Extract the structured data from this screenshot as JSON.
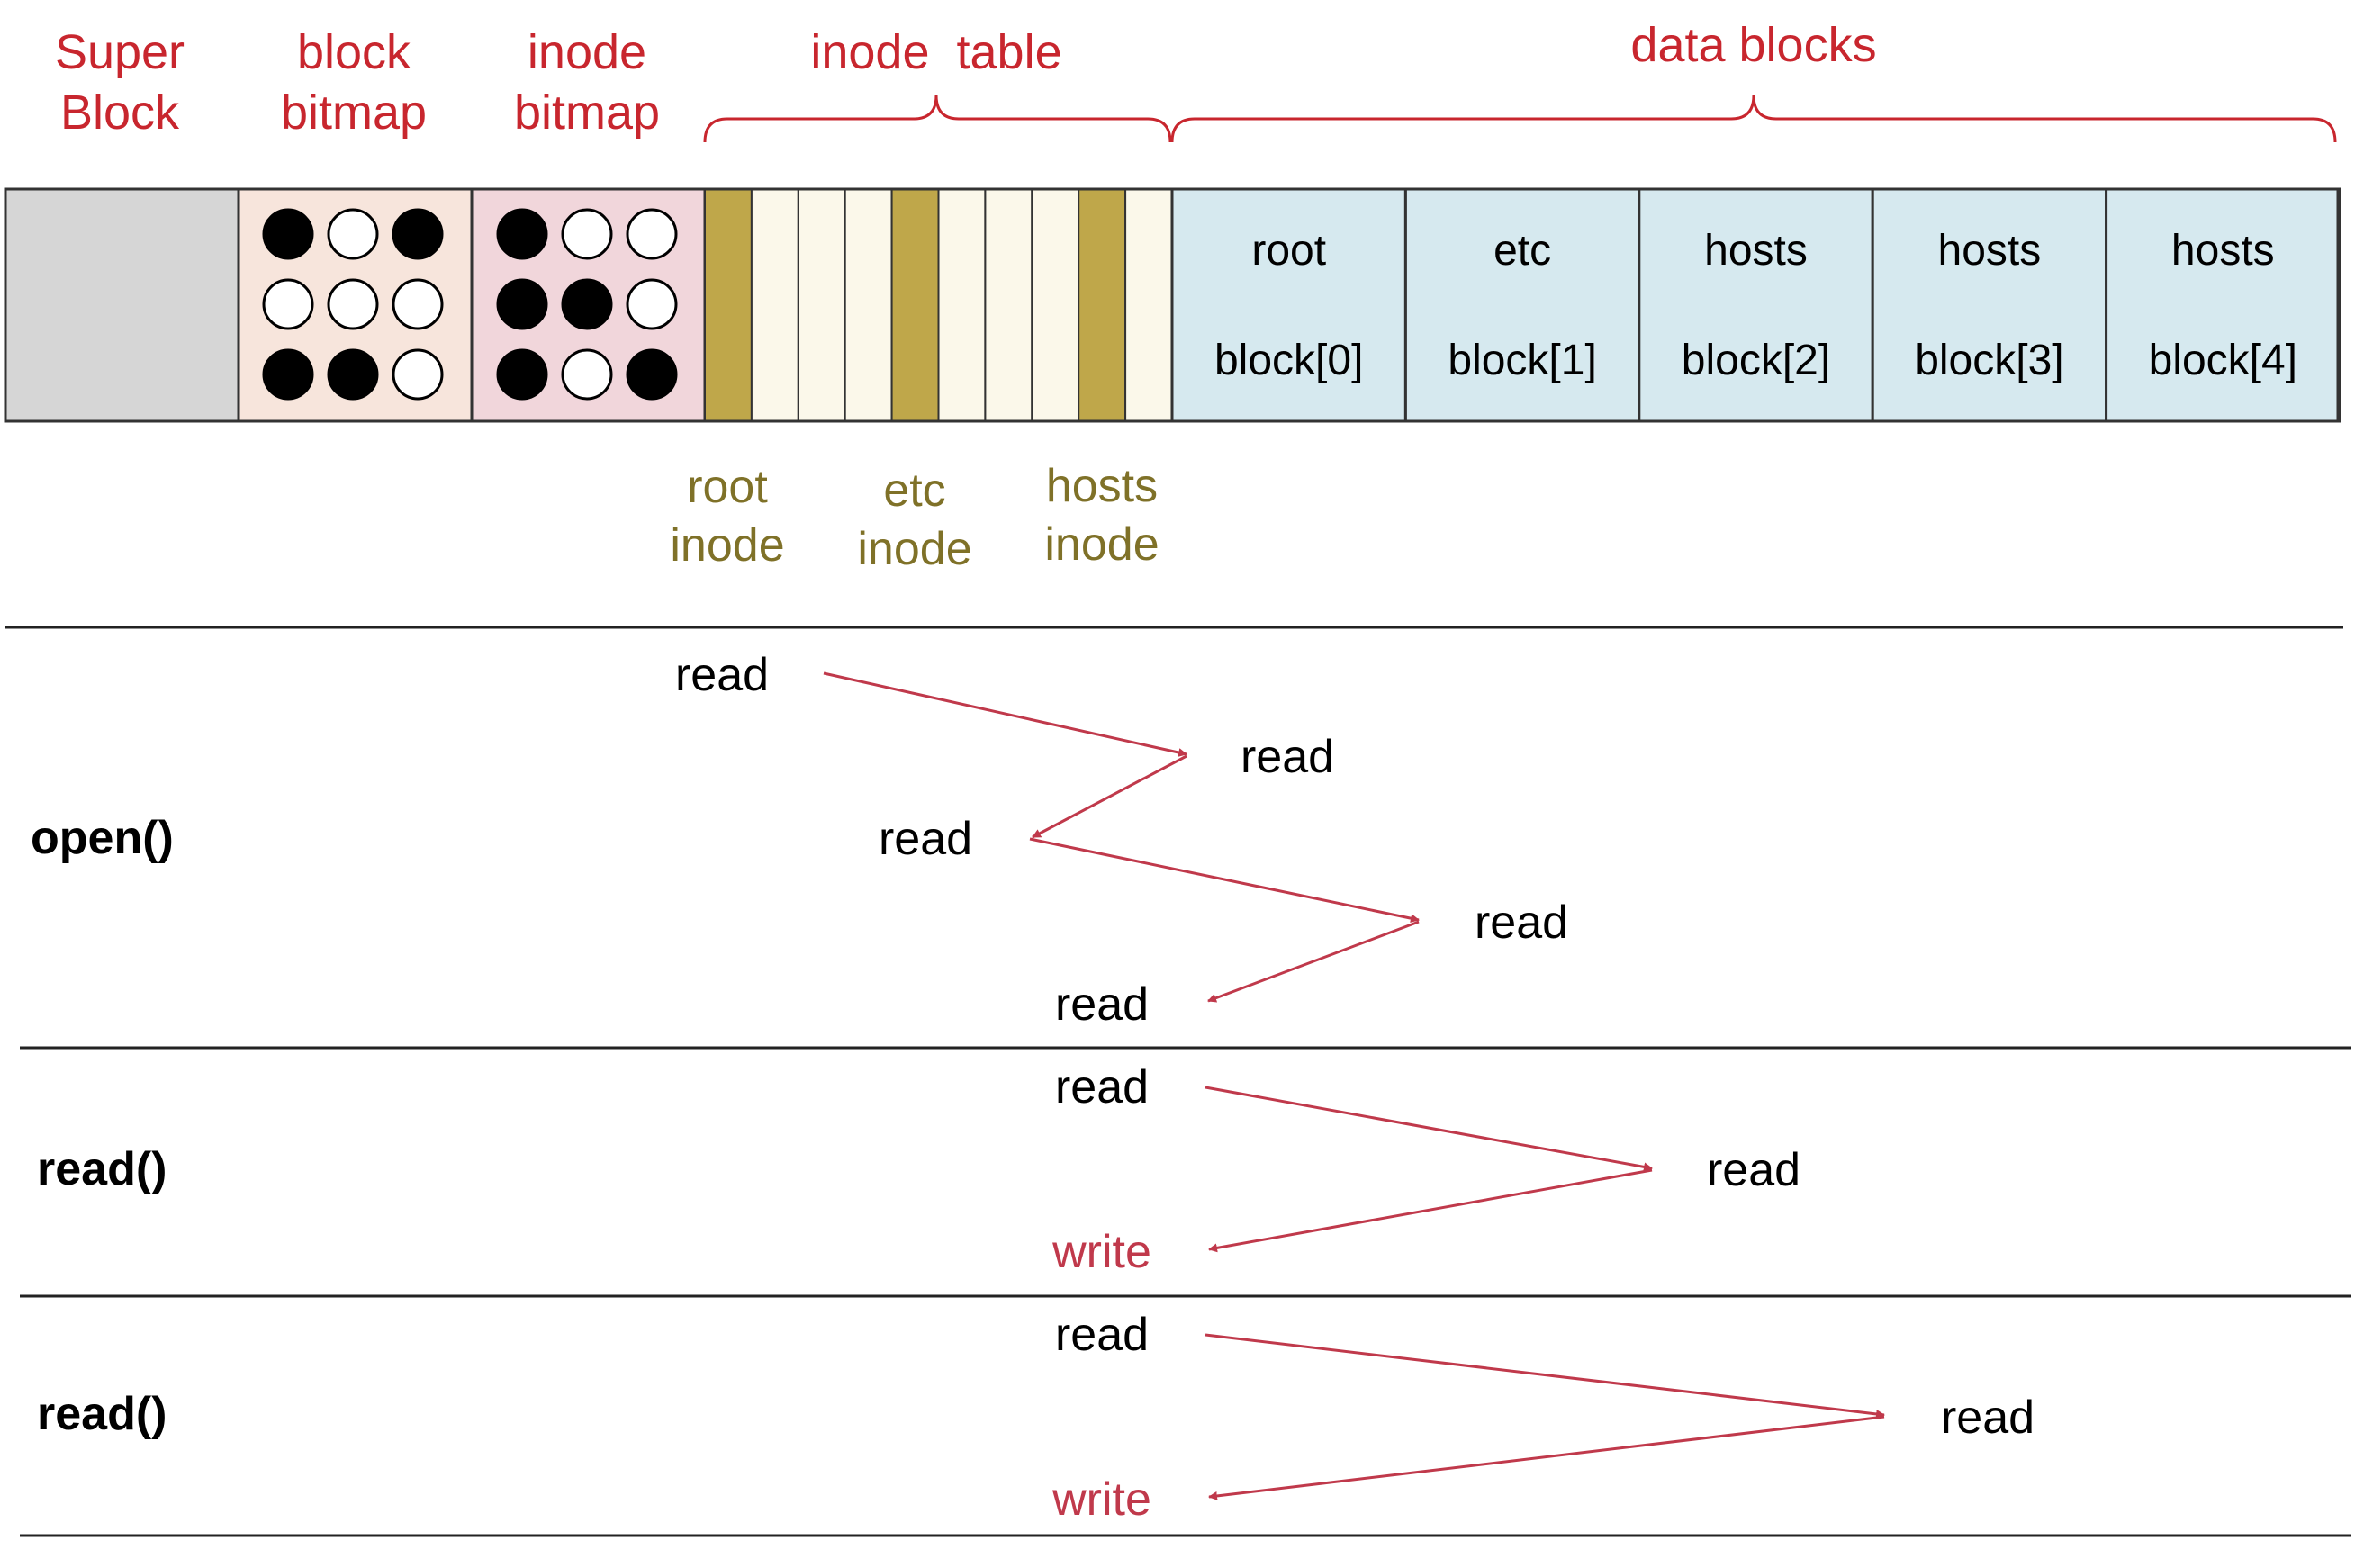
{
  "header_labels": {
    "super_block": [
      "Super",
      "Block"
    ],
    "block_bitmap": [
      "block",
      "bitmap"
    ],
    "inode_bitmap": [
      "inode",
      "bitmap"
    ],
    "inode_table": "inode  table",
    "data_blocks": "data blocks"
  },
  "block_bitmap_bits": [
    1,
    0,
    1,
    0,
    0,
    0,
    1,
    1,
    0
  ],
  "inode_bitmap_bits": [
    1,
    0,
    0,
    1,
    1,
    0,
    1,
    0,
    1
  ],
  "inode_table_slots": [
    true,
    false,
    false,
    false,
    true,
    false,
    false,
    false,
    true,
    false
  ],
  "inode_labels": [
    {
      "lines": [
        "root",
        "inode"
      ]
    },
    {
      "lines": [
        "etc",
        "inode"
      ]
    },
    {
      "lines": [
        "hosts",
        "inode"
      ]
    }
  ],
  "data_blocks": [
    {
      "name": "root",
      "index": "block[0]"
    },
    {
      "name": "etc",
      "index": "block[1]"
    },
    {
      "name": "hosts",
      "index": "block[2]"
    },
    {
      "name": "hosts",
      "index": "block[3]"
    },
    {
      "name": "hosts",
      "index": "block[4]"
    }
  ],
  "operations": [
    {
      "call": "open()",
      "steps": [
        "read",
        "read",
        "read",
        "read",
        "read"
      ]
    },
    {
      "call": "read()",
      "steps": [
        "read",
        "read",
        "write"
      ]
    },
    {
      "call": "read()",
      "steps": [
        "read",
        "read",
        "write"
      ]
    }
  ],
  "colors": {
    "label_red": "#c8262e",
    "inode_label_olive": "#7f7128",
    "arrow": "#c0394b",
    "superblock_fill": "#d6d6d6",
    "block_bitmap_fill": "#f7e5dc",
    "inode_bitmap_fill": "#f1d6db",
    "inode_used_fill": "#bfa74a",
    "inode_free_fill": "#fbf8ea",
    "data_block_fill": "#d6e9ef",
    "text": "#000000"
  }
}
